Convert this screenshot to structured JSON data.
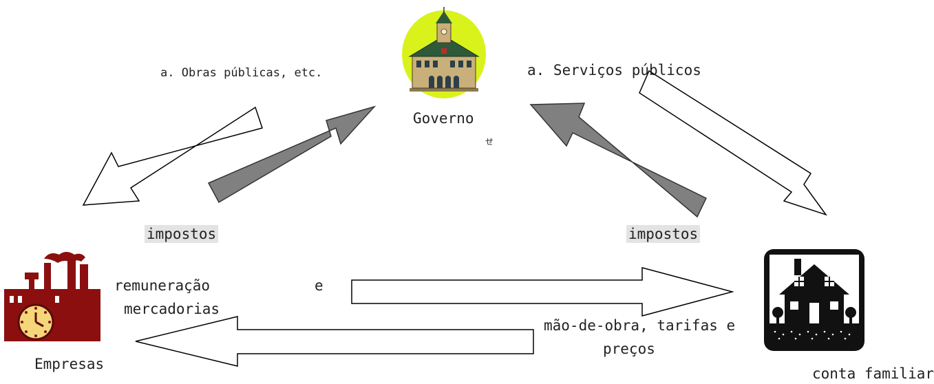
{
  "labels": {
    "obras_publicas": "a. Obras públicas, etc.",
    "servicos_publicos": "a. Serviços públicos",
    "governo": "Governo",
    "governo_mark": "せ",
    "impostos_left": "impostos",
    "impostos_right": "impostos",
    "remuneracao": "remuneração",
    "e": "e",
    "mercadorias": "mercadorias",
    "mao_de_obra": "mão-de-obra, tarifas e",
    "precos": "preços",
    "empresas": "Empresas",
    "conta_familiar": "conta familiar"
  },
  "icons": {
    "government": "government-building-icon",
    "factory": "factory-clock-icon",
    "household": "house-icon"
  },
  "colors": {
    "gov_circle": "#d9f21c",
    "factory": "#8b0f0f",
    "clock_face": "#f3d77a",
    "grey_arrow": "#808080",
    "house": "#111111"
  }
}
